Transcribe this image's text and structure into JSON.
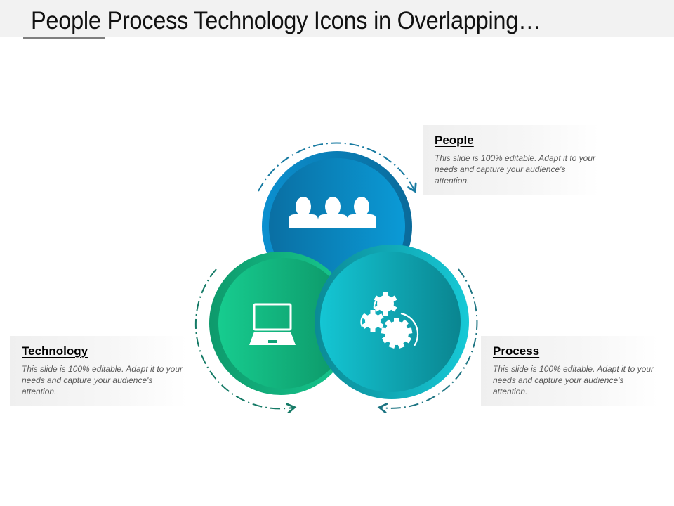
{
  "slide": {
    "title": "People Process Technology Icons in Overlapping…"
  },
  "colors": {
    "title_bar_bg": "#f2f2f2",
    "title_underline": "#7f7f7f",
    "people_circle": "#0b87c6",
    "people_circle_dark": "#0a6fa3",
    "technology_circle": "#14c28a",
    "technology_circle_dark": "#0e9a6c",
    "process_circle": "#14c1cf",
    "process_circle_dark": "#0b8a96",
    "arc_people": "#177aa1",
    "arc_technology": "#157a66",
    "arc_process": "#1d7482"
  },
  "items": [
    {
      "id": "people",
      "heading": "People",
      "description": "This slide is 100% editable. Adapt it to your needs and capture your audience's attention.",
      "icon": "users-group-icon"
    },
    {
      "id": "technology",
      "heading": "Technology",
      "description": "This slide is 100% editable. Adapt it to your needs and capture your audience's attention.",
      "icon": "laptop-icon"
    },
    {
      "id": "process",
      "heading": "Process",
      "description": "This slide is 100% editable. Adapt it to your needs and capture your audience's attention.",
      "icon": "gears-icon"
    }
  ]
}
